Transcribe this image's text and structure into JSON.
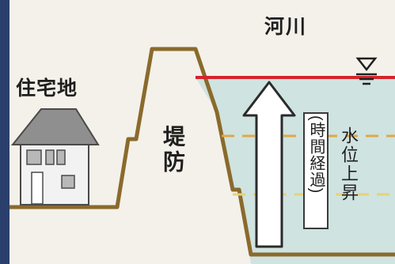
{
  "labels": {
    "river": "河川",
    "residential": "住宅地",
    "levee": "堤防",
    "water_rise": "水位上昇",
    "elapsed_time": "(時間経過)"
  },
  "colors": {
    "frame": "#2a3f6b",
    "background": "#f4f1ea",
    "water": "#cfe3e0",
    "ground_line": "#8a6a2c",
    "high_water_line": "#d4242c",
    "dashed_water_lines": "#e0a84a",
    "house_roof": "#8f8f8f",
    "house_wall": "#f2f2f2"
  },
  "icons": [
    "water-level-icon",
    "house-icon",
    "up-arrow"
  ]
}
